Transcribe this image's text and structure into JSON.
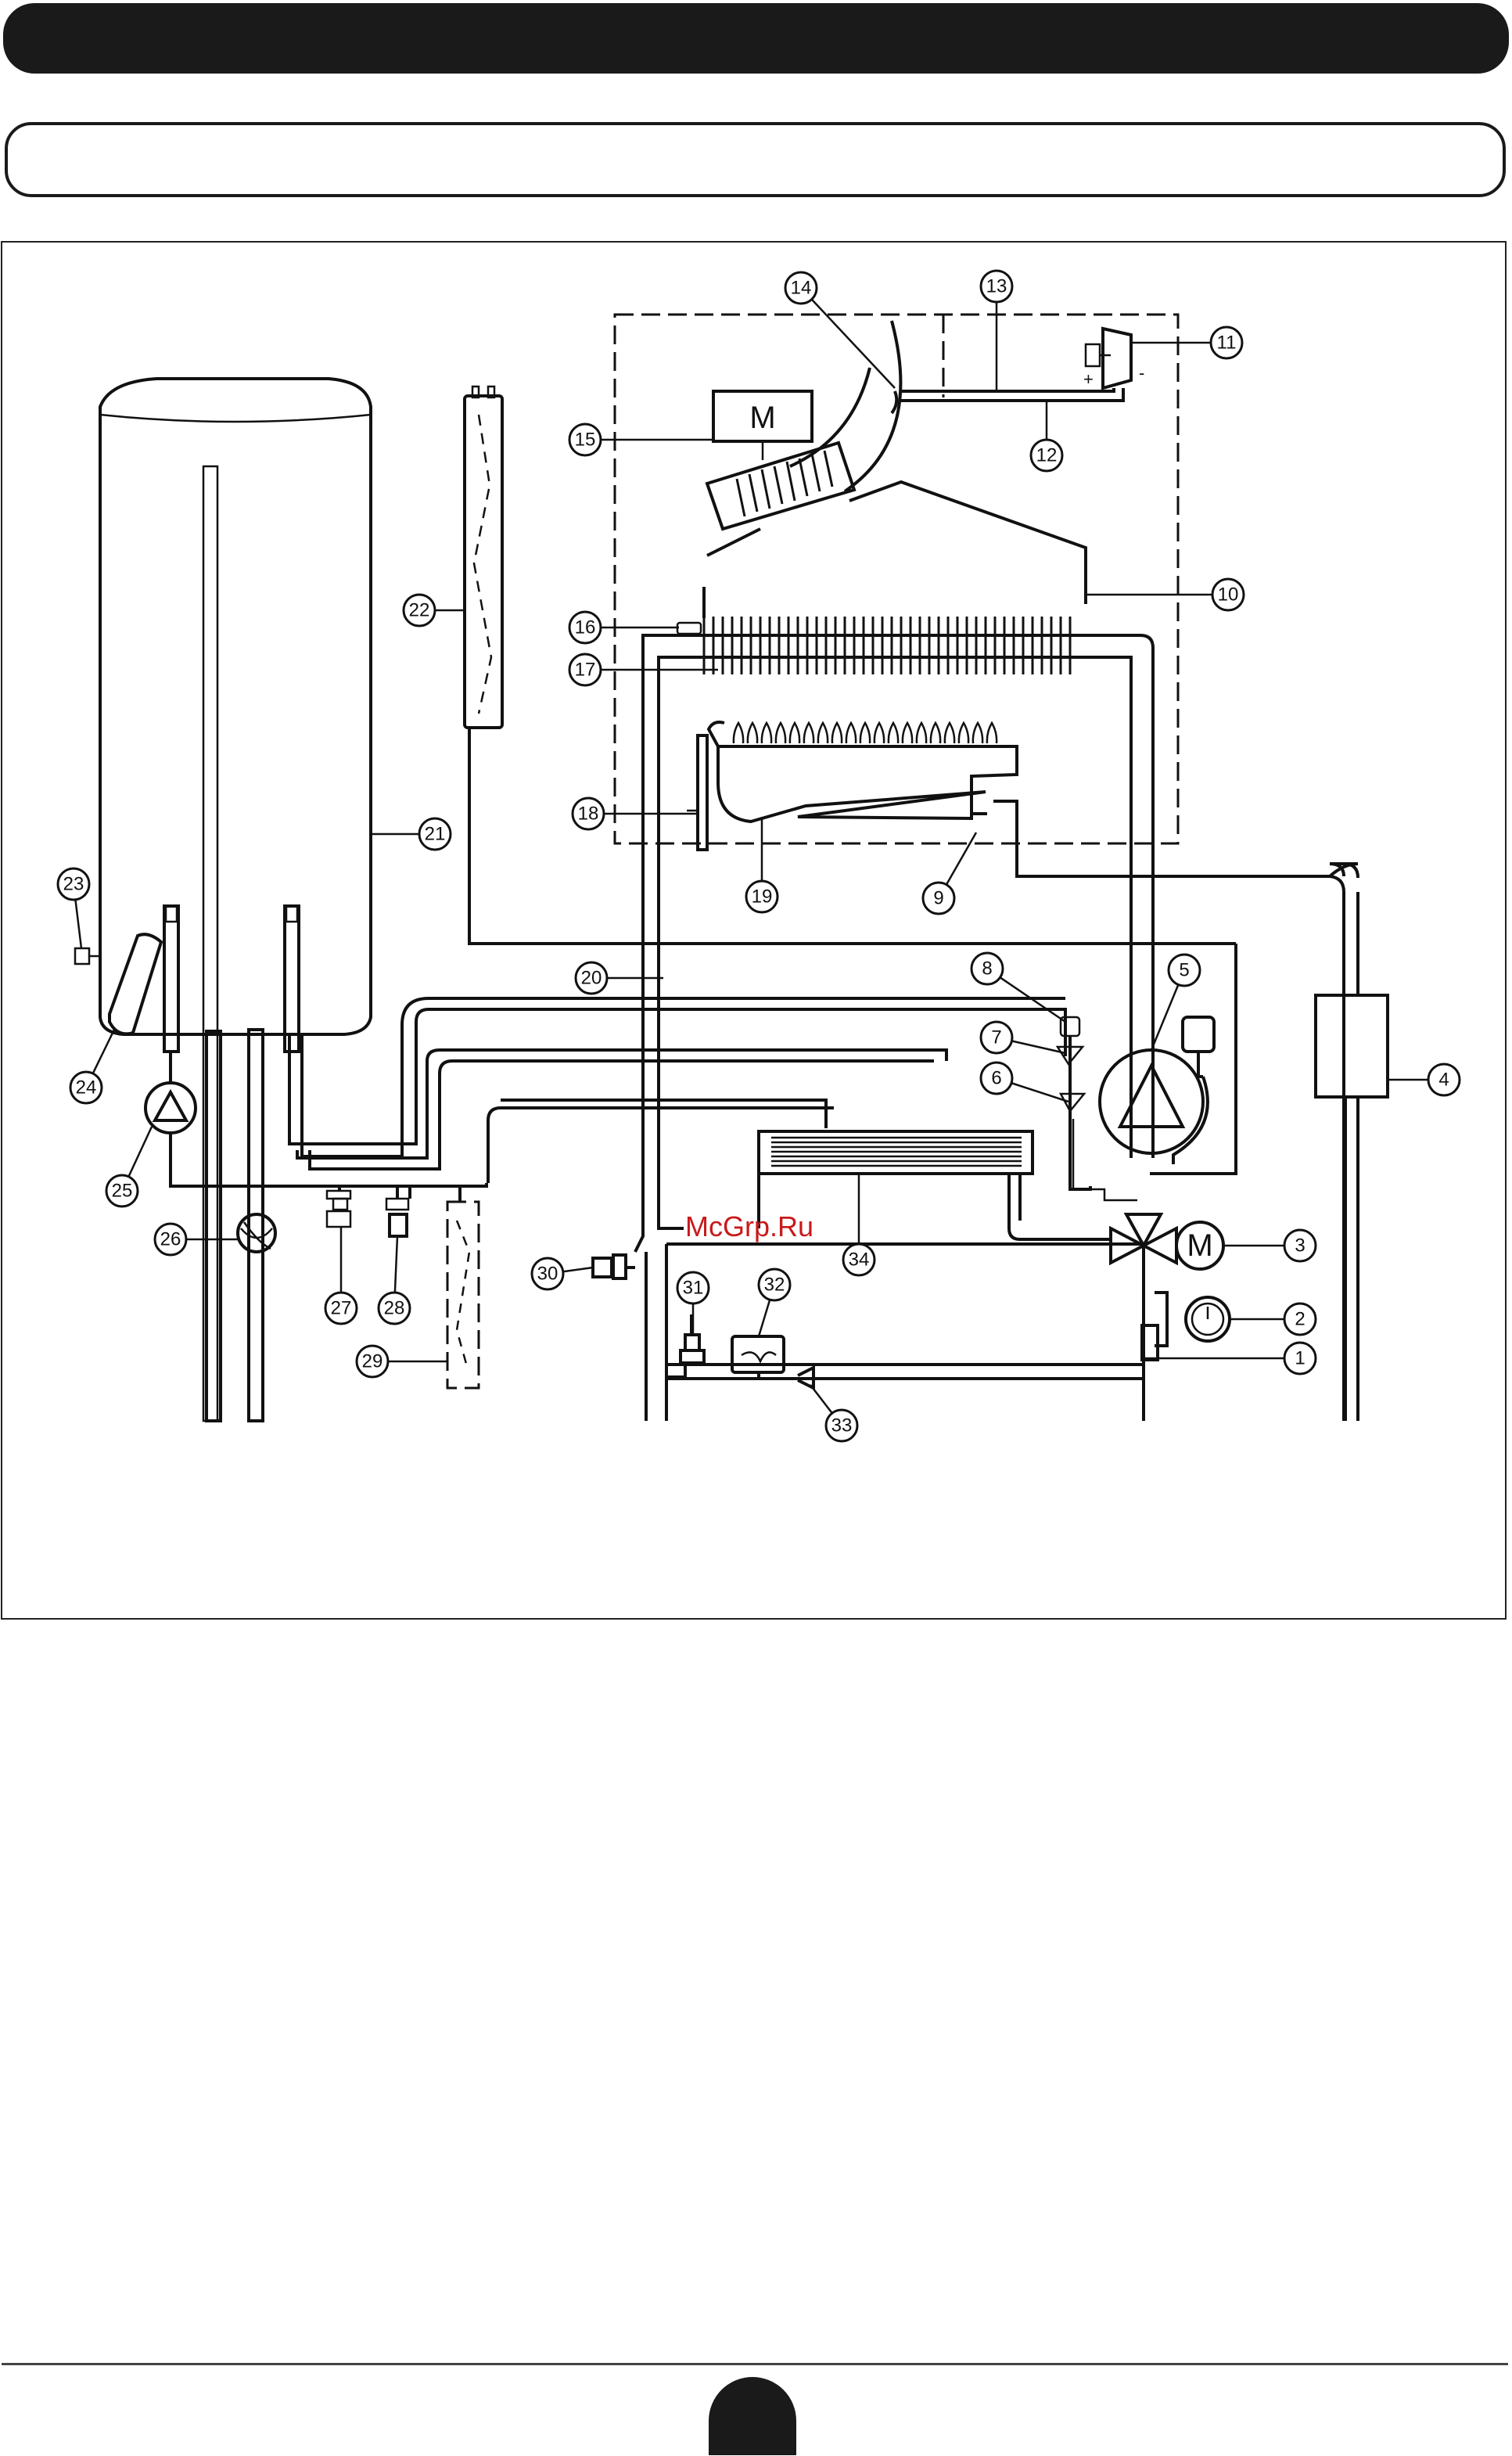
{
  "watermark": "McGrp.Ru",
  "motor_label": "M",
  "plus_sign": "+",
  "minus_sign": "-",
  "callouts": [
    "1",
    "2",
    "3",
    "4",
    "5",
    "6",
    "7",
    "8",
    "9",
    "10",
    "11",
    "12",
    "13",
    "14",
    "15",
    "16",
    "17",
    "18",
    "19",
    "20",
    "21",
    "22",
    "23",
    "24",
    "25",
    "26",
    "27",
    "28",
    "29",
    "30",
    "31",
    "32",
    "33",
    "34"
  ]
}
